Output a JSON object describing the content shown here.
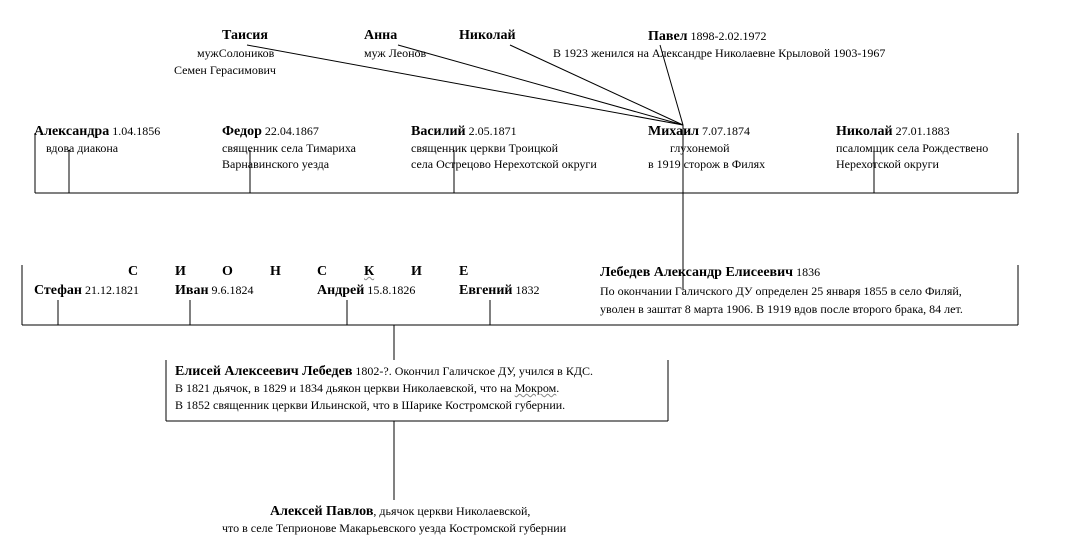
{
  "top_people": {
    "taisia": {
      "name": "Таисия",
      "line1": "мужСолоников",
      "line2": "Семен Герасимович"
    },
    "anna": {
      "name": "Анна",
      "line1": "муж Леонов"
    },
    "nikolai": {
      "name": "Николай"
    },
    "pavel": {
      "name": "Павел",
      "dates": "1898-2.02.1972",
      "line1": "В 1923 женился на Александре Николаевне Крыловой  1903-1967"
    }
  },
  "row2": {
    "aleksandra": {
      "name": "Александра",
      "dates": "1.04.1856",
      "line1": "вдова диакона"
    },
    "fedor": {
      "name": "Федор",
      "dates": "22.04.1867",
      "line1": "священник села Тимариха",
      "line2": "Варнавинского уезда"
    },
    "vasiliy": {
      "name": "Василий",
      "dates": "2.05.1871",
      "line1": "священник церкви Троицкой",
      "line2": "села Острецово Нерехотской округи"
    },
    "mikhail": {
      "name": "Михаил",
      "dates": "7.07.1874",
      "line1": "глухонемой",
      "line2": "в 1919 сторож в Филях"
    },
    "nikolai2": {
      "name": "Николай",
      "dates": "27.01.1883",
      "line1": "псаломщик села Рождествено",
      "line2": "Нерехотской округи"
    }
  },
  "row3": {
    "surname_letters": [
      "С",
      "И",
      "О",
      "Н",
      "С",
      "К",
      "И",
      "Е"
    ],
    "stefan": {
      "name": "Стефан",
      "dates": "21.12.1821"
    },
    "ivan": {
      "name": "Иван",
      "dates": "9.6.1824"
    },
    "andrey": {
      "name": "Андрей",
      "dates": "15.8.1826"
    },
    "evgeniy": {
      "name": "Евгений",
      "dates": "1832"
    },
    "aleksandr": {
      "name": "Лебедев Александр Елисеевич",
      "dates": "1836",
      "line1": "По окончании Галичского ДУ определен 25 января 1855 в село Филяй,",
      "line2": "уволен в заштат 8 марта 1906. В 1919 вдов после второго брака, 84 лет."
    }
  },
  "elisey": {
    "name": "Елисей Алексеевич Лебедев",
    "dates": "1802-?. Окончил Галичское ДУ, учился в КДС.",
    "line1_pre": "В 1821 дьячок, в 1829 и 1834 дьякон церкви Николаевской, что на ",
    "line1_wavy": "Мокром",
    "line1_post": ".",
    "line2": "В 1852 священник церкви Ильинской, что в Шарике Костромской губернии."
  },
  "aleksey": {
    "name": "Алексей  Павлов",
    "tail": ", дьячок церкви Николаевской,",
    "line2": "что в  селе Теприонове Макарьевского уезда Костромской губернии"
  }
}
